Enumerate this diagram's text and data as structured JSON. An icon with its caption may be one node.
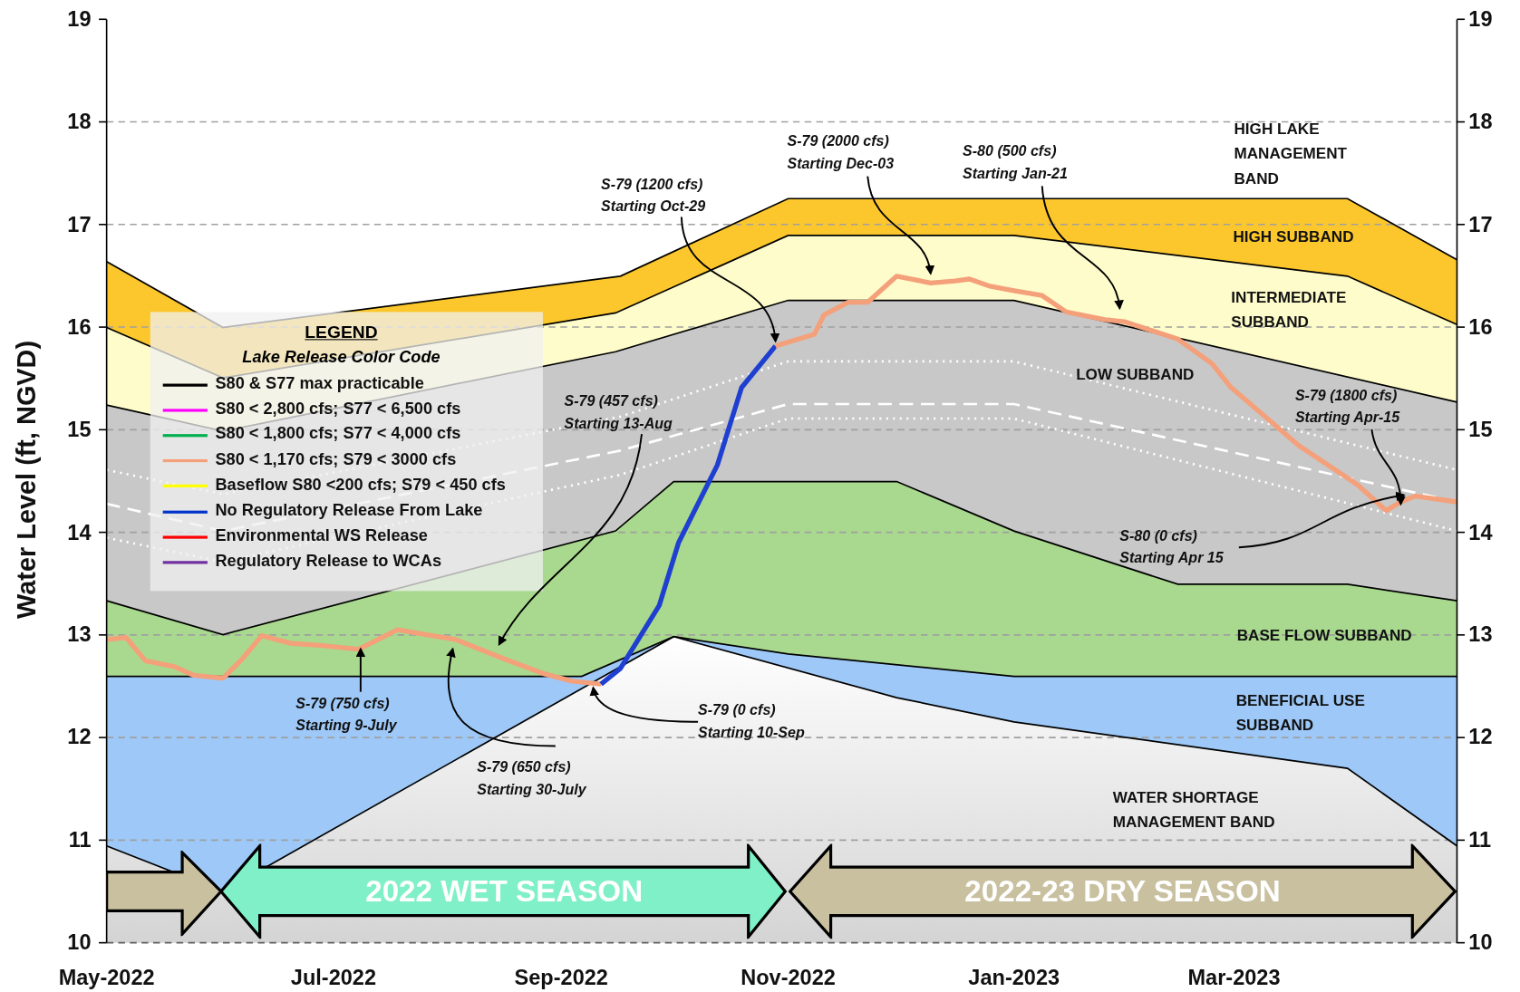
{
  "diagram": {
    "nodes": [
      {
        "text": [
          "S-79 (2000 cfs)",
          "Starting Dec-03"
        ]
      },
      {
        "text": [
          "S-80 (500 cfs)",
          "Starting Jan-21"
        ]
      },
      {
        "text": [
          "S-79 (1200 cfs)",
          "Starting Oct-29"
        ]
      },
      {
        "text": [
          "S-79 (1800 cfs)",
          "Starting Apr-15"
        ]
      },
      {
        "text": [
          "S-79 (457 cfs)",
          "Starting 13-Aug"
        ]
      },
      {
        "text": [
          "S-80 (0 cfs)",
          "Starting Apr 15"
        ]
      },
      {
        "text": [
          "S-79 (750 cfs)",
          "Starting 9-July"
        ]
      },
      {
        "text": [
          "S-79 (0 cfs)",
          "Starting 10-Sep"
        ]
      },
      {
        "text": [
          "S-79 (650 cfs)",
          "Starting 30-July"
        ]
      },
      {
        "text": [],
        "shape": "arrow"
      },
      {
        "text": [
          "2022 WET SEASON"
        ]
      },
      {
        "text": [
          "2022-23 DRY SEASON"
        ]
      }
    ],
    "edges": [
      {
        "from": 0,
        "to": null,
        "arrow": "to"
      },
      {
        "from": 1,
        "to": null,
        "arrow": "to"
      },
      {
        "from": 2,
        "to": null,
        "arrow": "to"
      },
      {
        "from": 3,
        "to": null,
        "arrow": "to"
      },
      {
        "from": 4,
        "to": null,
        "arrow": "to"
      },
      {
        "from": 5,
        "to": null,
        "arrow": "to"
      },
      {
        "from": 6,
        "to": null,
        "arrow": "to"
      },
      {
        "from": 7,
        "to": null,
        "arrow": "to"
      },
      {
        "from": 8,
        "to": null,
        "arrow": "to"
      }
    ],
    "labels": [
      "Water Level (ft, NGVD)",
      "19",
      "18",
      "17",
      "16",
      "15",
      "14",
      "13",
      "12",
      "11",
      "10",
      "19",
      "18",
      "17",
      "16",
      "15",
      "14",
      "13",
      "12",
      "11",
      "10",
      "May-2022",
      "Jul-2022",
      "Sep-2022",
      "Nov-2022",
      "Jan-2023",
      "Mar-2023",
      "HIGH LAKE MANAGEMENT BAND",
      "HIGH SUBBAND",
      "INTERMEDIATE SUBBAND",
      "LOW SUBBAND",
      "BASE FLOW SUBBAND",
      "BENEFICIAL USE SUBBAND",
      "WATER SHORTAGE MANAGEMENT BAND",
      "LEGEND",
      "Lake Release Color Code"
    ],
    "legend": [
      {
        "text": "S80 & S77 max practicable"
      },
      {
        "text": "S80 < 2,800 cfs; S77 < 6,500 cfs"
      },
      {
        "text": "S80 < 1,800 cfs; S77 < 4,000 cfs"
      },
      {
        "text": "S80 < 1,170 cfs; S79 < 3000 cfs"
      },
      {
        "text": "Baseflow S80 <200 cfs; S79 < 450 cfs"
      },
      {
        "text": "No Regulatory Release From Lake"
      },
      {
        "text": "Environmental WS Release"
      },
      {
        "text": "Regulatory Release to WCAs"
      }
    ]
  }
}
